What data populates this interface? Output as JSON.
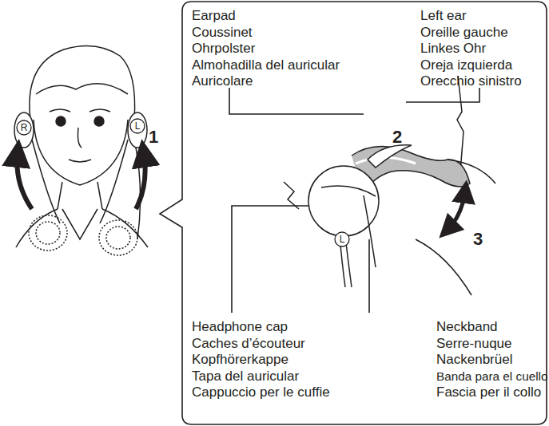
{
  "diagram": {
    "nodes": [
      {
        "text": [
          "Earpad",
          "Coussinet",
          "Ohrpolster",
          "Almohadilla del auricular",
          "Auricolare",
          "Left ear",
          "Oreille gauche",
          "Linkes Ohr",
          "Oreja izquierda",
          "Orecchio sinistro",
          "Headphone cap",
          "Caches d’écouteur",
          "Kopfhörerkappe",
          "Tapa del auricular",
          "Cappuccio per le cuffie",
          "Neckband",
          "Serre-nuque",
          "Nackenbrüel",
          "Banda para el cuello",
          "Fascia per il collo"
        ]
      }
    ],
    "labels": [
      "1",
      "2",
      "3",
      "R",
      "L",
      "L"
    ]
  }
}
